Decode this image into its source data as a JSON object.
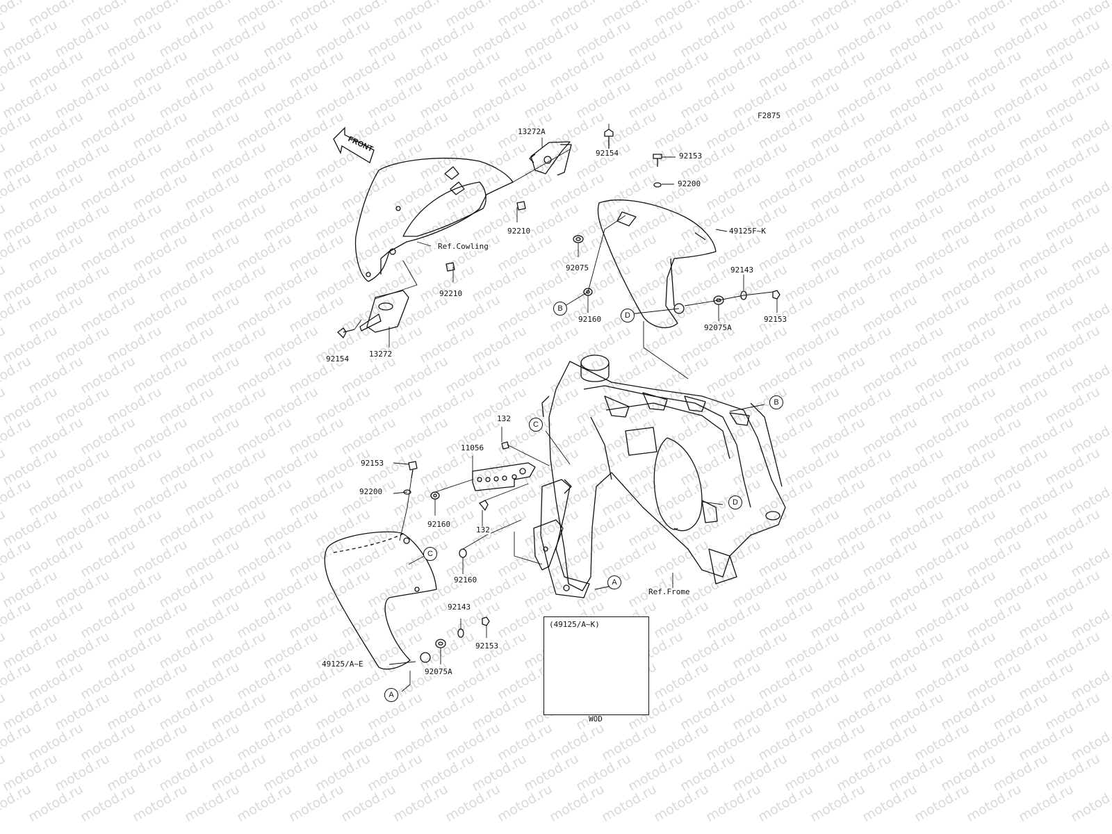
{
  "diagram_code": "F2875",
  "watermark_text": "motod.ru",
  "front_label": "FRONT",
  "inset": {
    "title": "(49125/A~K)",
    "caption": "WOD"
  },
  "part_labels": [
    "13272A",
    "92154",
    "92153",
    "92200",
    "92210",
    "49125F~K",
    "Ref.Cowling",
    "92075",
    "92210",
    "92143",
    "92160",
    "92075A",
    "92153",
    "92154",
    "13272",
    "132",
    "11056",
    "92153",
    "92200",
    "92160",
    "132",
    "92160",
    "Ref.Frome",
    "92143",
    "92153",
    "49125/A~E",
    "92075A"
  ],
  "callouts": [
    "B",
    "D",
    "C",
    "B",
    "D",
    "C",
    "A",
    "A"
  ],
  "colors": {
    "line": "#111111",
    "watermark": "#d9d9d9",
    "background": "#ffffff"
  }
}
